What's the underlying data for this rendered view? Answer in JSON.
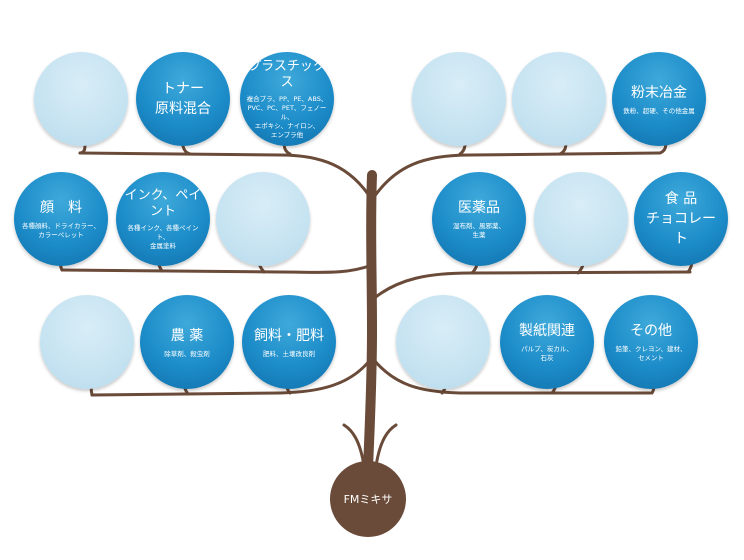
{
  "root": {
    "label": "FMミキサ"
  },
  "nodes": {
    "toner": {
      "title": "トナー\n原料混合",
      "sub": ""
    },
    "plastics": {
      "title": "プラスチックス",
      "sub": "複合プラ、PP、PE、ABS、\nPVC、PC、PET、フェノール、\nエポキシ、ナイロン、\nエンプラ他"
    },
    "powder_metal": {
      "title": "粉末冶金",
      "sub": "鉄粉、超硬、その他金属"
    },
    "pigment": {
      "title": "顔　料",
      "sub": "各種顔料、ドライカラー、\nカラーペレット"
    },
    "ink_paint": {
      "title": "インク、ペイント",
      "sub": "各種インク、各種ペイント、\n金属塗料"
    },
    "pharma": {
      "title": "医薬品",
      "sub": "湿布剤、風邪薬、\n生薬"
    },
    "food": {
      "title": "食 品\nチョコレート",
      "sub": ""
    },
    "agri": {
      "title": "農 薬",
      "sub": "除草剤、殺虫剤"
    },
    "feed_fert": {
      "title": "飼料・肥料",
      "sub": "肥料、土壌改良剤"
    },
    "paper": {
      "title": "製紙関連",
      "sub": "パルプ、炭カル、\n石灰"
    },
    "other": {
      "title": "その他",
      "sub": "鉛筆、クレヨン、建材、\nセメント"
    }
  },
  "colors": {
    "trunk": "#6a4a38",
    "filled_circle": "#1c8cc9",
    "empty_circle": "#c6e3f1",
    "text_on_filled": "#ffffff"
  }
}
